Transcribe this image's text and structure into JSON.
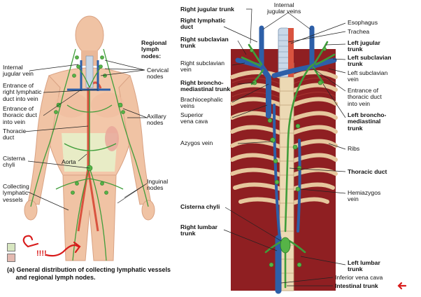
{
  "left_panel": {
    "labels": {
      "regional_title": "Regional\nlymph\nnodes:",
      "internal_jugular_vein": "Internal\njugular vein",
      "entrance_right": "Entrance of\nright lymphatic\nduct into vein",
      "entrance_thoracic": "Entrance of\nthoracic duct\ninto vein",
      "thoracic_duct": "Thoracic\nduct",
      "cisterna_chyli": "Cisterna\nchyli",
      "aorta": "Aorta",
      "collecting_vessels": "Collecting\nlymphatic\nvessels",
      "cervical_nodes": "Cervical\nnodes",
      "axillary_nodes": "Axillary\nnodes",
      "inguinal_nodes": "Inguinal\nnodes"
    },
    "caption": "(a) General distribution of collecting lymphatic vessels\n     and regional lymph nodes.",
    "annotation": "!!!!",
    "key_colors": [
      "#d7e6c0",
      "#e3b9b0"
    ]
  },
  "right_panel": {
    "labels": {
      "internal_jugular_veins": "Internal\njugular veins",
      "right_jugular_trunk": "Right jugular trunk",
      "right_lymphatic_duct": "Right lymphatic\nduct",
      "right_subclavian_trunk": "Right subclavian\ntrunk",
      "right_subclavian_vein": "Right subclavian\nvein",
      "right_broncho": "Right broncho-\nmediastinal trunk",
      "brachiocephalic": "Brachiocephalic\nveins",
      "superior_vena_cava": "Superior\nvena cava",
      "azygos": "Azygos vein",
      "cisterna_chyli": "Cisterna chyli",
      "right_lumbar": "Right lumbar\ntrunk",
      "esophagus": "Esophagus",
      "trachea": "Trachea",
      "left_jugular": "Left jugular\ntrunk",
      "left_subclavian_trunk": "Left subclavian\ntrunk",
      "left_subclavian_vein": "Left subclavian\nvein",
      "entrance_thoracic": "Entrance of\nthoracic duct\ninto vein",
      "left_broncho": "Left broncho-\nmediastinal\ntrunk",
      "ribs": "Ribs",
      "thoracic_duct": "Thoracic duct",
      "hemiazygos": "Hemiazygos\nvein",
      "left_lumbar": "Left lumbar\ntrunk",
      "inferior_vena_cava": "Inferior vena cava",
      "intestinal_trunk": "Intestinal trunk"
    }
  },
  "colors": {
    "lymph": "#3f9d3a",
    "vein": "#2d5fa8",
    "artery": "#d9533f",
    "skin": "#f2c4a6",
    "background_panel": "#8f1f22",
    "annotation": "#d81b1b"
  }
}
